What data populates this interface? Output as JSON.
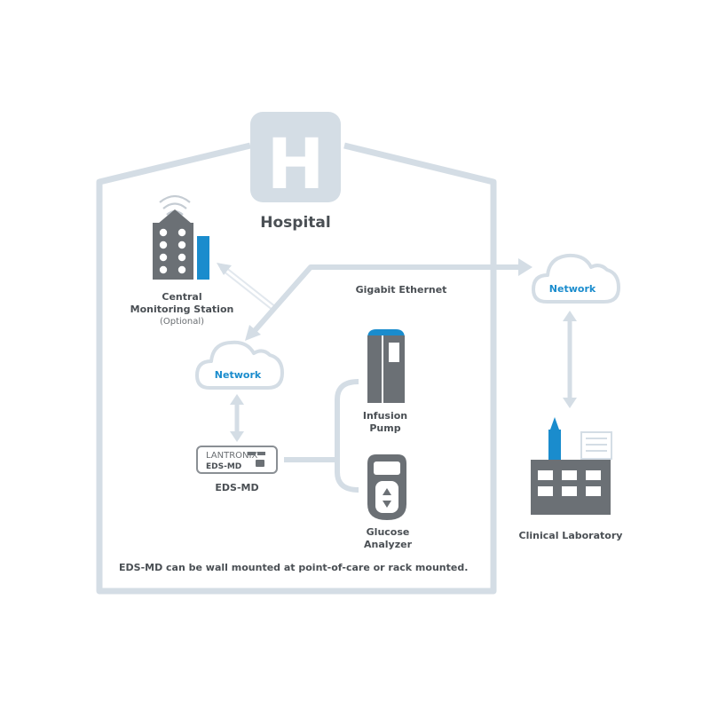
{
  "title": "Hospital",
  "hospital_icon_letter": "H",
  "central_station": {
    "line1": "Central",
    "line2": "Monitoring Station",
    "note": "(Optional)"
  },
  "network_left": "Network",
  "network_right": "Network",
  "gigabit_label": "Gigabit  Ethernet",
  "infusion_pump": {
    "line1": "Infusion",
    "line2": "Pump"
  },
  "glucose_analyzer": {
    "line1": "Glucose",
    "line2": "Analyzer"
  },
  "device_brand": "LANTRONIX",
  "device_model": "EDS-MD",
  "device_label": "EDS-MD",
  "clinical_lab": "Clinical Laboratory",
  "footnote": "EDS-MD can be wall mounted at point-of-care or rack mounted.",
  "colors": {
    "line": "#d4dde5",
    "dark": "#6b7075",
    "accent": "#1a8ccd",
    "text": "#4a4f54"
  }
}
